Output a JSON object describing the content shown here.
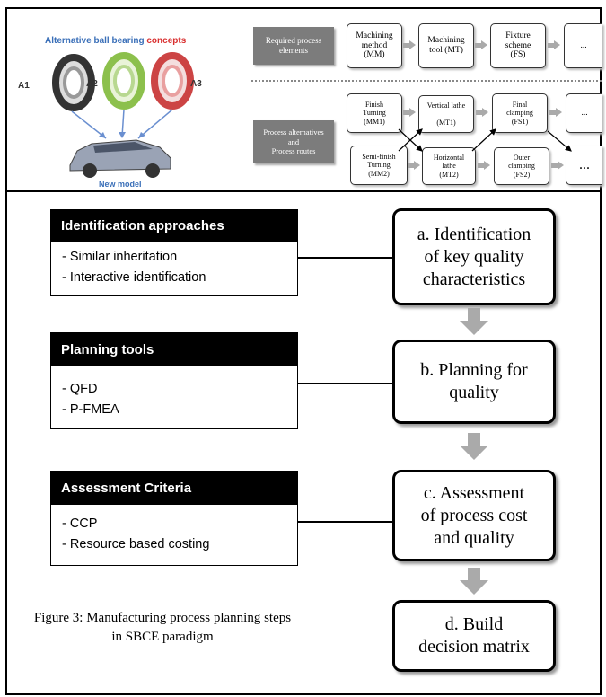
{
  "top_left": {
    "title_prefix": "Alternative ball bearing ",
    "title_highlight": "concepts",
    "concepts": [
      "A1",
      "A2",
      "A3"
    ],
    "new_model_label": "New model"
  },
  "top_right": {
    "required_label": "Required process\nelements",
    "required_elements": [
      "Machining\nmethod\n(MM)",
      "Machining\ntool (MT)",
      "Fixture\nscheme\n(FS)",
      "..."
    ],
    "alternatives_label": "Process alternatives\nand\nProcess routes",
    "alt_row1": [
      "Finish\nTurning\n(MM1)",
      "Vertical lathe\n\n(MT1)",
      "Final\nclamping\n(FS1)",
      "..."
    ],
    "alt_row2": [
      "Semi-finish\nTurning\n(MM2)",
      "Horizontal\nlathe\n(MT2)",
      "Outer\nclamping\n(FS2)",
      "..."
    ]
  },
  "left_panels": [
    {
      "header": "Identification approaches",
      "items": [
        "- Similar inheritation",
        "- Interactive identification"
      ]
    },
    {
      "header": "Planning tools",
      "items": [
        "- QFD",
        "- P-FMEA"
      ]
    },
    {
      "header": "Assessment Criteria",
      "items": [
        "- CCP",
        "- Resource based costing"
      ]
    }
  ],
  "steps": [
    "a. Identification\nof key quality\ncharacteristics",
    "b. Planning for\nquality",
    "c. Assessment\nof process cost\nand quality",
    "d. Build\ndecision matrix"
  ],
  "caption": "Figure 3: Manufacturing process planning steps in SBCE paradigm",
  "colors": {
    "arrow_grey": "#aaaaaa",
    "blue_title": "#3a6fb8",
    "red_highlight": "#d93030"
  }
}
